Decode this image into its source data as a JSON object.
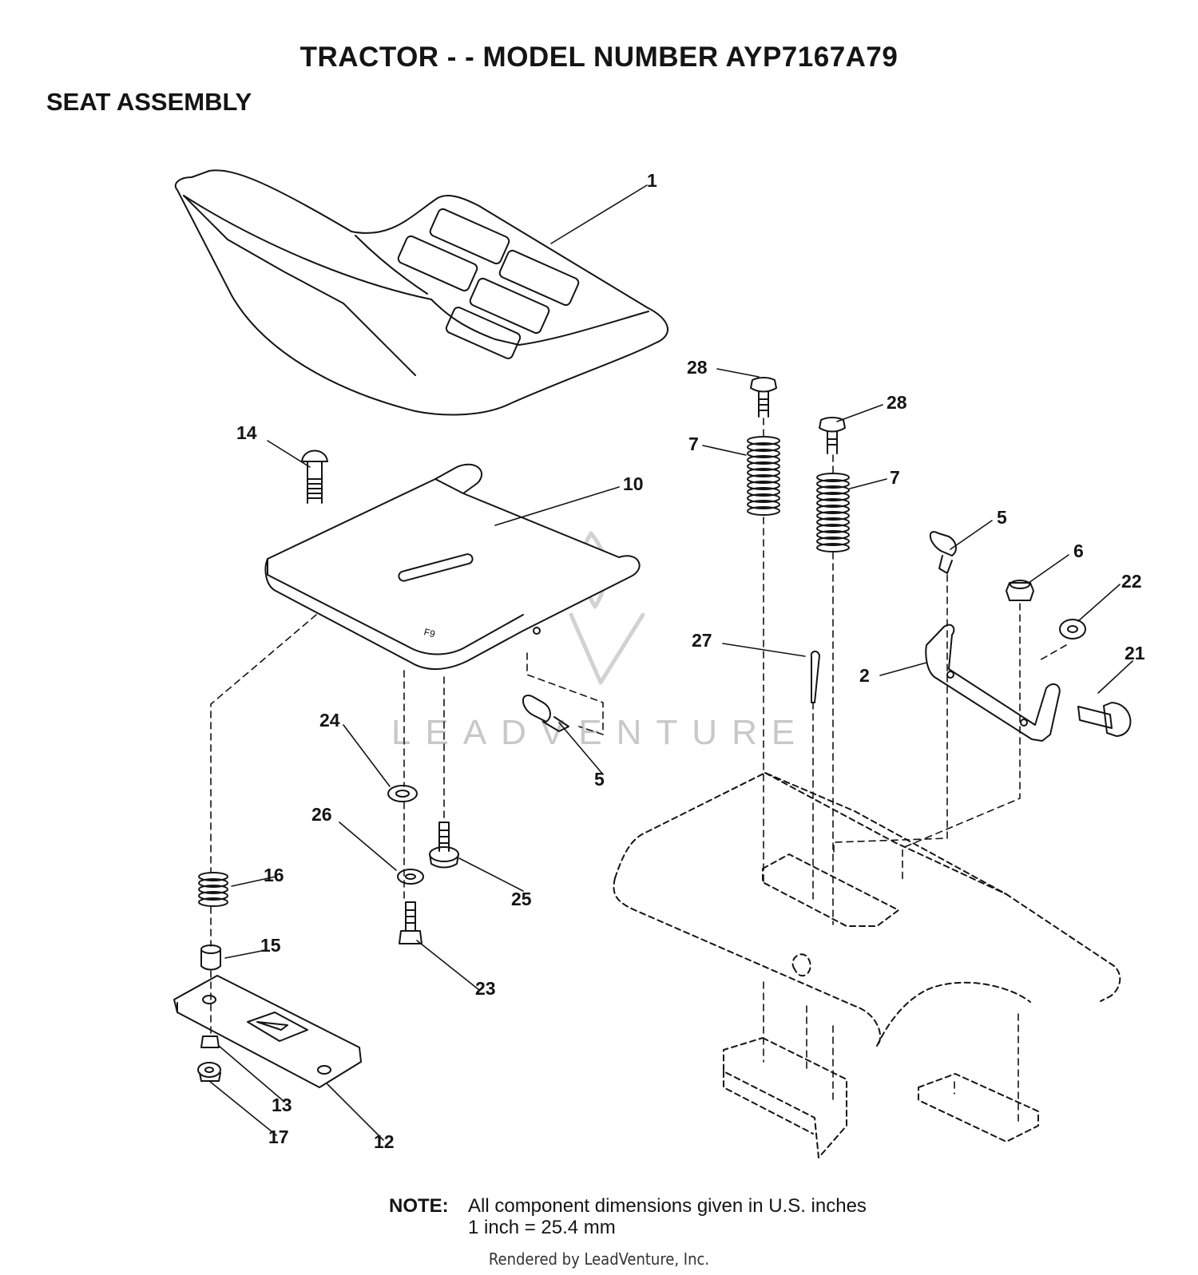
{
  "header": {
    "title": "TRACTOR - - MODEL NUMBER AYP7167A79",
    "subtitle": "SEAT ASSEMBLY"
  },
  "callouts": [
    "1",
    "28",
    "28",
    "14",
    "10",
    "7",
    "7",
    "5",
    "6",
    "22",
    "27",
    "2",
    "21",
    "24",
    "5",
    "26",
    "25",
    "16",
    "15",
    "23",
    "13",
    "17",
    "12"
  ],
  "note": {
    "label": "NOTE:",
    "line1": "All component dimensions given in U.S. inches",
    "line2": "1 inch = 25.4 mm"
  },
  "watermark": "LEADVENTURE",
  "footer": "Rendered by LeadVenture, Inc.",
  "colors": {
    "ink": "#141414",
    "watermark": "#c8c8c8"
  }
}
